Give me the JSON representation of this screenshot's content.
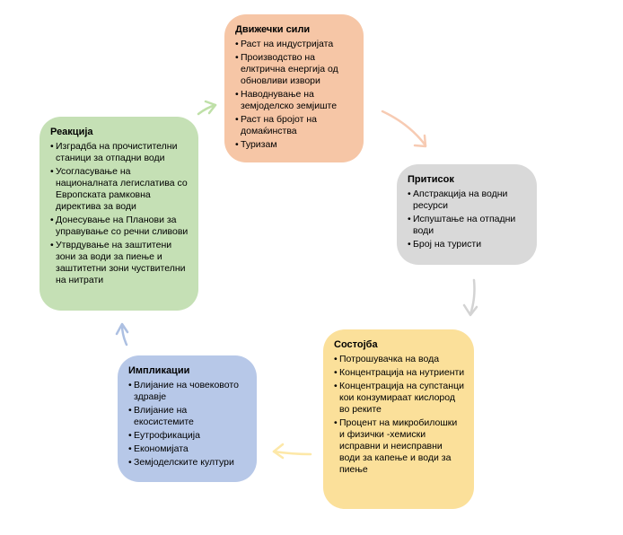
{
  "diagram": {
    "drivers": {
      "title": "Движечки сили",
      "items": [
        "Раст на индустријата",
        "Производство на елктрична енергија од обновливи извори",
        "Наводнување на земјоделско земјиште",
        "Раст на бројот на домаќинства",
        "Туризам"
      ]
    },
    "pressure": {
      "title": "Притисок",
      "items": [
        "Апстракција на водни ресурси",
        "Испуштање на отпадни води",
        "Број на туристи"
      ]
    },
    "state": {
      "title": "Состојба",
      "items": [
        "Потрошувачка на вода",
        "Концентрација на нутриенти",
        "Концентрација на супстанци кои конзумираат кислород во реките",
        "Процент на микробилошки и физички -хемиски исправни и неисправни води за капење и води за пиење"
      ]
    },
    "impact": {
      "title": "Импликации",
      "items": [
        "Влијание на човековото здравје",
        "Влијание на екосистемите",
        "Еутрофикација",
        "Економијата",
        "Земјоделските култури"
      ]
    },
    "response": {
      "title": "Реакција",
      "items": [
        "Изградба на прочистителни станици за отпадни води",
        "Усогласување на националната легислатива со Европската рамковна директива за води",
        "Донесување на Планови за управување со речни сливови",
        "Утврдување на заштитени зони за води за пиење и заштитетни зони чуствителни на нитрати"
      ]
    },
    "colors": {
      "drivers": "#f6c6a6",
      "pressure": "#d9d9d9",
      "state": "#fbe09a",
      "impact": "#b7c8e8",
      "response": "#c5e0b5",
      "arrow_drivers_to_pressure": "#f7cbb3",
      "arrow_pressure_to_state": "#d3d3d3",
      "arrow_state_to_impact": "#fde8a8",
      "arrow_impact_to_response": "#adc0e2",
      "arrow_response_to_drivers": "#bfe0a8"
    }
  }
}
